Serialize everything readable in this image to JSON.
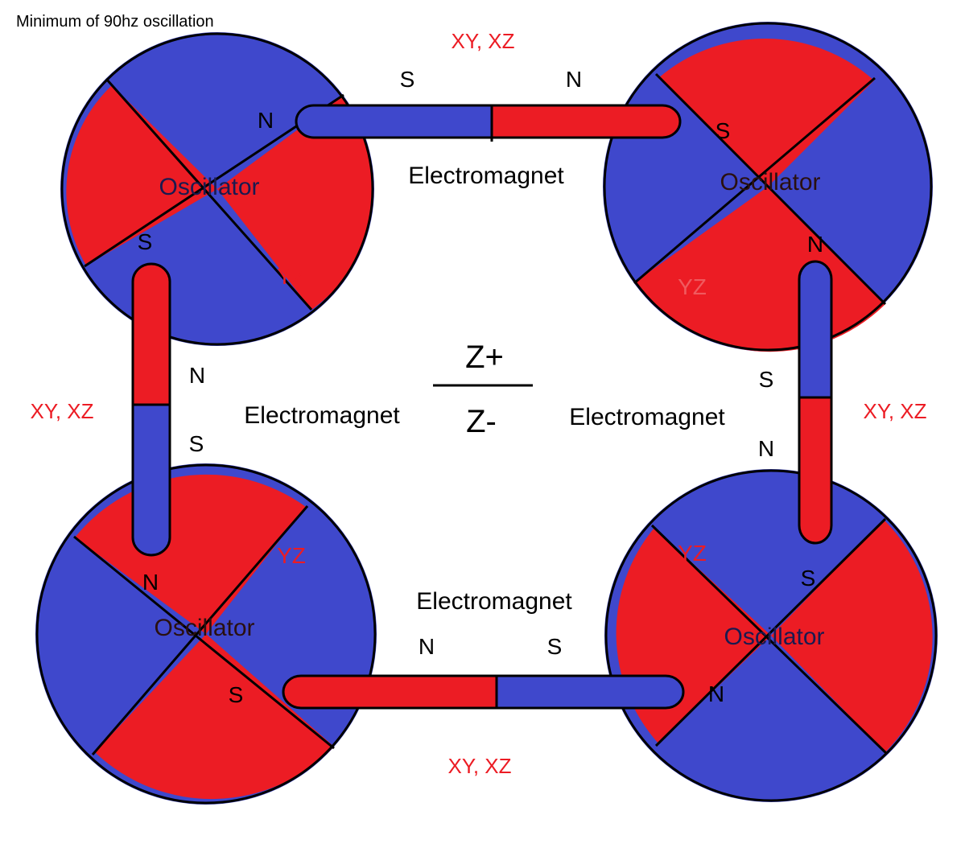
{
  "note": "Minimum of 90hz oscillation",
  "colors": {
    "red": "#ec1c24",
    "blue": "#3f48cc",
    "outline": "#000000",
    "plane_label": "#ec1c24"
  },
  "center": {
    "top": "Z+",
    "bottom": "Z-"
  },
  "oscillators": [
    {
      "id": "top-left",
      "label": "Oscillator",
      "pole_n": "N",
      "pole_s": "S",
      "plane": "YZ"
    },
    {
      "id": "top-right",
      "label": "Oscillator",
      "pole_n": "N",
      "pole_s": "S",
      "plane": "YZ"
    },
    {
      "id": "bottom-left",
      "label": "Oscillator",
      "pole_n": "N",
      "pole_s": "S",
      "plane": "YZ"
    },
    {
      "id": "bottom-right",
      "label": "Oscillator",
      "pole_n": "N",
      "pole_s": "S",
      "plane": "YZ"
    }
  ],
  "electromagnets": [
    {
      "id": "top",
      "label": "Electromagnet",
      "pole_a": "S",
      "pole_b": "N",
      "plane": "XY, XZ"
    },
    {
      "id": "left",
      "label": "Electromagnet",
      "pole_a": "N",
      "pole_b": "S",
      "plane": "XY, XZ"
    },
    {
      "id": "right",
      "label": "Electromagnet",
      "pole_a": "S",
      "pole_b": "N",
      "plane": "XY, XZ"
    },
    {
      "id": "bottom",
      "label": "Electromagnet",
      "pole_a": "N",
      "pole_b": "S",
      "plane": "XY, XZ"
    }
  ]
}
